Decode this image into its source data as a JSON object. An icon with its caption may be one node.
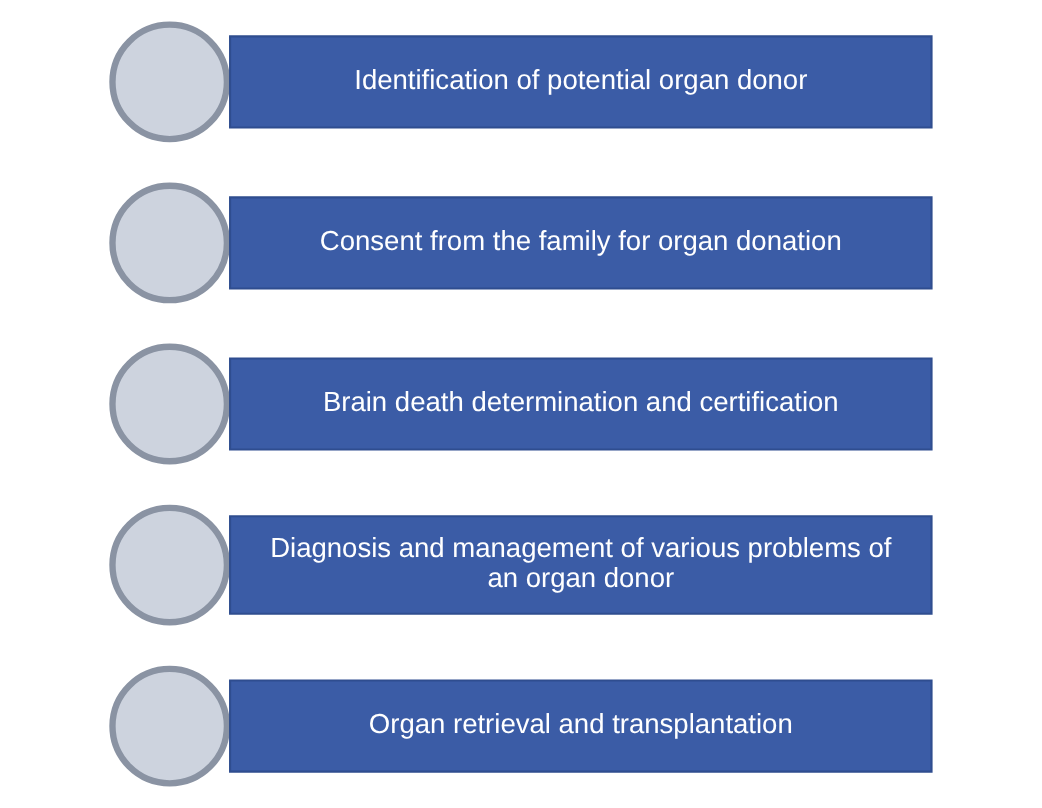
{
  "diagram": {
    "nodes": [
      {
        "text": [],
        "shape": "circle"
      },
      {
        "text": [
          "Identification of potential organ donor"
        ]
      },
      {
        "text": [],
        "shape": "circle"
      },
      {
        "text": [
          "Consent from the family for organ donation"
        ]
      },
      {
        "text": [],
        "shape": "circle"
      },
      {
        "text": [
          "Brain death determination and certification"
        ]
      },
      {
        "text": [],
        "shape": "circle"
      },
      {
        "text": [
          "Diagnosis and management of various problems of an organ donor"
        ]
      },
      {
        "text": [],
        "shape": "circle"
      },
      {
        "text": [
          "Organ retrieval and transplantation"
        ]
      }
    ]
  }
}
